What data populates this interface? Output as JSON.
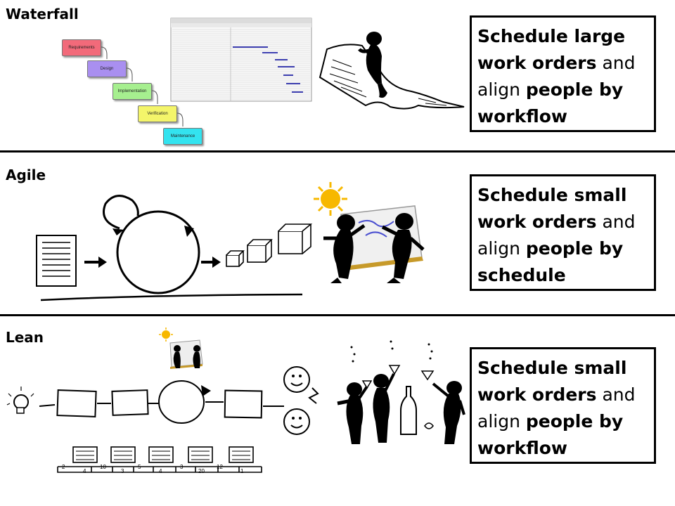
{
  "sections": [
    {
      "title": "Waterfall",
      "callout": [
        {
          "text": "Schedule large ",
          "bold": true
        },
        {
          "text": "work orders",
          "bold": true
        },
        {
          "text": " and align ",
          "bold": false
        },
        {
          "text": "people by workflow",
          "bold": true
        }
      ]
    },
    {
      "title": "Agile",
      "callout": [
        {
          "text": "Schedule small ",
          "bold": true
        },
        {
          "text": "work orders",
          "bold": true
        },
        {
          "text": " and align ",
          "bold": false
        },
        {
          "text": "people by schedule",
          "bold": true
        }
      ]
    },
    {
      "title": "Lean",
      "callout": [
        {
          "text": "Schedule small ",
          "bold": true
        },
        {
          "text": "work orders",
          "bold": true
        },
        {
          "text": " and align ",
          "bold": false
        },
        {
          "text": "people by workflow",
          "bold": true
        }
      ]
    }
  ],
  "waterfall_steps": [
    {
      "label": "Requirements",
      "color": "#f26a7a"
    },
    {
      "label": "Design",
      "color": "#a98ff0"
    },
    {
      "label": "Implementation",
      "color": "#a6ef8f"
    },
    {
      "label": "Verification",
      "color": "#f4f56a"
    },
    {
      "label": "Maintenance",
      "color": "#33e3ef"
    }
  ],
  "kanban_counts": [
    "2",
    "4",
    "10",
    "3",
    "5",
    "4",
    "3",
    "20",
    "12",
    "1"
  ],
  "colors": {
    "sun": "#f7b800",
    "silhouette": "#000000",
    "whiteboard_line": "#4a4fd0",
    "board_base": "#c79a2a"
  }
}
